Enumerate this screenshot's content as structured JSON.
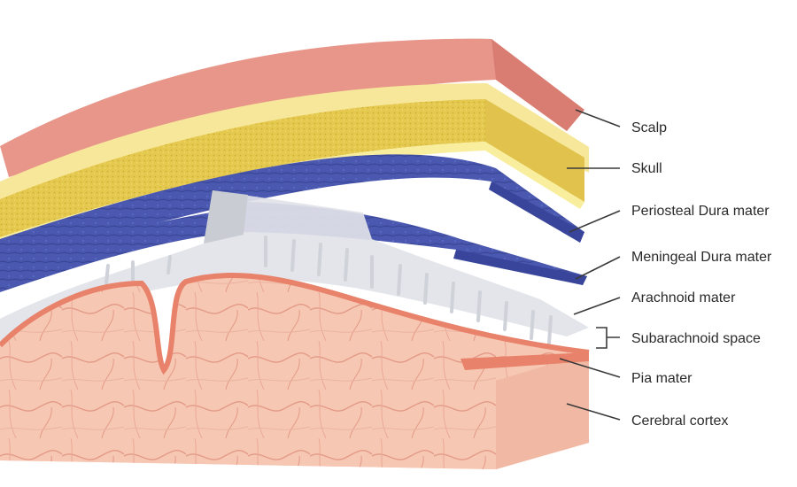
{
  "diagram": {
    "labels": {
      "scalp": "Scalp",
      "skull": "Skull",
      "periosteal": "Periosteal Dura mater",
      "meningeal": "Meningeal Dura mater",
      "arachnoid": "Arachnoid mater",
      "subarachnoid": "Subarachnoid space",
      "pia": "Pia mater",
      "cortex": "Cerebral cortex"
    },
    "colors": {
      "scalp": "#e8968a",
      "skull": "#ecd56a",
      "dura": "#4a58b0",
      "arachnoid": "#d9dbe0",
      "pia": "#e8826a",
      "cortex": "#f6c7b3"
    }
  }
}
